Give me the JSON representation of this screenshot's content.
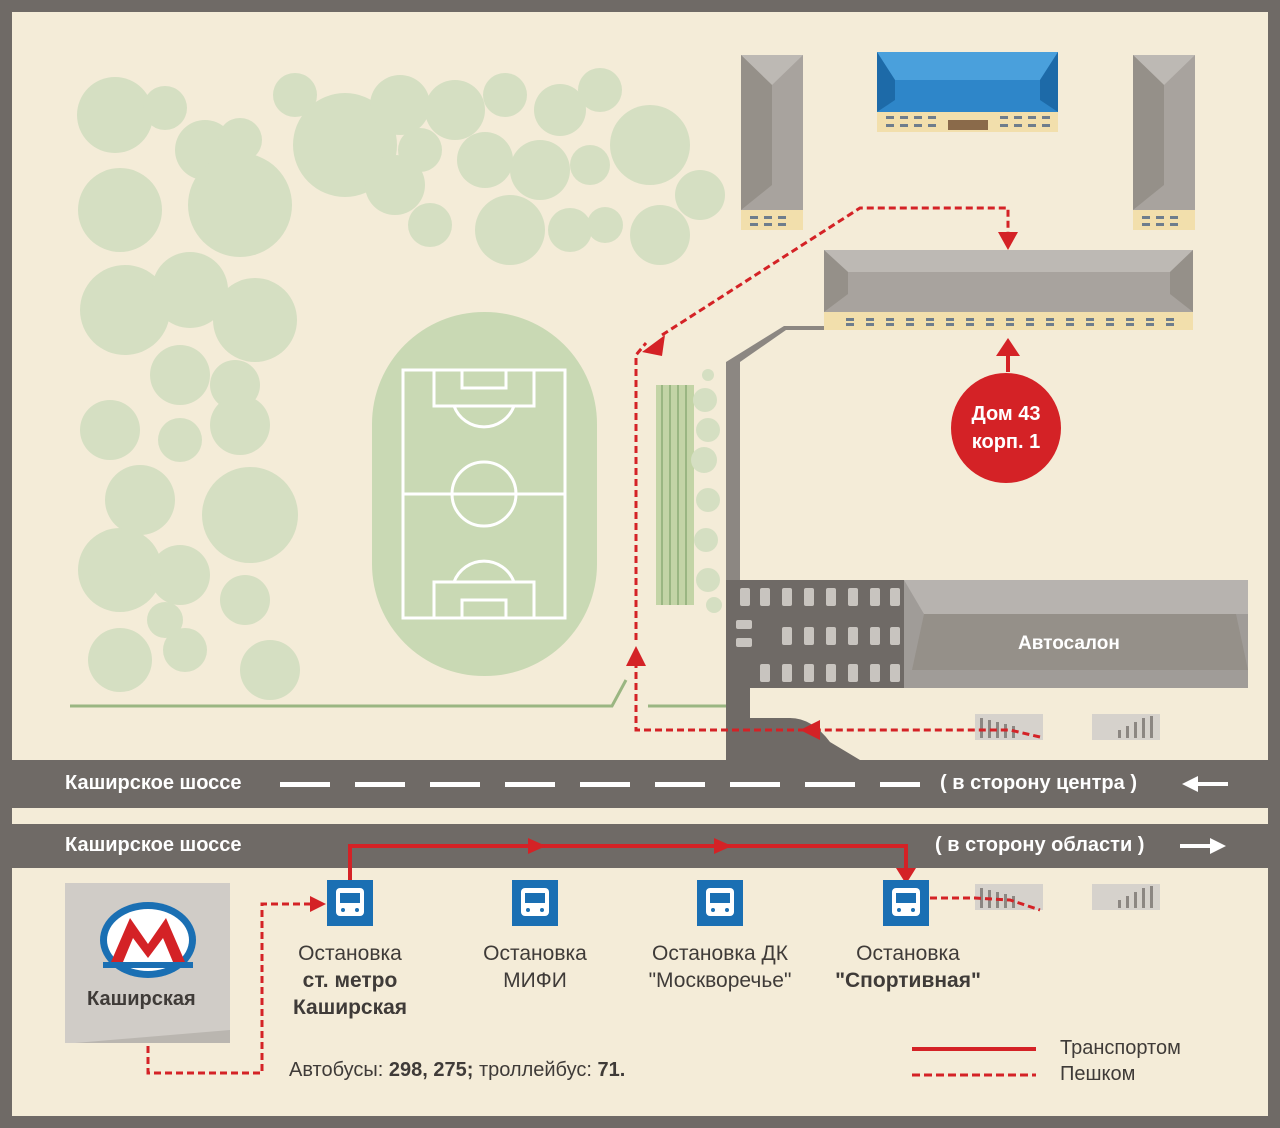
{
  "roads": {
    "north_name": "Каширское шоссе",
    "north_direction": "( в сторону центра )",
    "south_name": "Каширское шоссе",
    "south_direction": "( в сторону области )"
  },
  "places": {
    "house": {
      "line1": "Дом 43",
      "line2": "корп. 1"
    },
    "autosalon": "Автосалон",
    "metro": {
      "logo_letter": "М",
      "name": "Каширская"
    }
  },
  "stops": [
    {
      "line1": "Остановка",
      "line2": "ст. метро",
      "line3": "Каширская"
    },
    {
      "line1": "Остановка",
      "line2": "МИФИ"
    },
    {
      "line1": "Остановка ДК",
      "line2": "\"Москворечье\""
    },
    {
      "line1": "Остановка",
      "line2": "\"Спортивная\""
    }
  ],
  "routes": {
    "buses_label": "Автобусы:",
    "buses": "298, 275;",
    "trolley_label": "троллейбус:",
    "trolley": "71."
  },
  "legend": {
    "transport": "Транспортом",
    "walk": "Пешком"
  },
  "colors": {
    "background": "#f4ecd8",
    "road": "#6f6a66",
    "route_red": "#d42226",
    "stop_blue": "#1a6fb3",
    "trees": "#d5dfc2",
    "field": "#c9d9b4"
  },
  "icons": [
    "metro-logo-icon",
    "bus-stop-icon",
    "arrow-left-icon",
    "arrow-right-icon"
  ]
}
